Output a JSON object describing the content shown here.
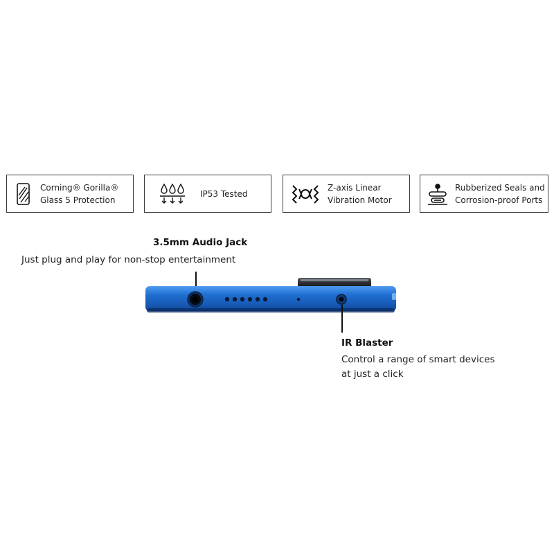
{
  "features": [
    {
      "icon": "gorilla-glass-icon",
      "lines": [
        "Corning® Gorilla®",
        "Glass 5 Protection"
      ]
    },
    {
      "icon": "water-drops-icon",
      "lines": [
        "IP53 Tested"
      ]
    },
    {
      "icon": "vibration-motor-icon",
      "lines": [
        "Z-axis Linear",
        "Vibration Motor"
      ]
    },
    {
      "icon": "sealed-port-icon",
      "lines": [
        "Rubberized Seals and",
        "Corrosion-proof Ports"
      ]
    }
  ],
  "callouts": {
    "audio": {
      "title": "3.5mm Audio Jack",
      "text": "Just plug and play for non-stop entertainment"
    },
    "ir": {
      "title": "IR Blaster",
      "lines": [
        "Control a range of smart devices",
        "at just a click"
      ]
    }
  },
  "colors": {
    "phone_blue": "#1f6fd1",
    "phone_dark": "#0f3f86",
    "camera": "#2b2e33"
  }
}
